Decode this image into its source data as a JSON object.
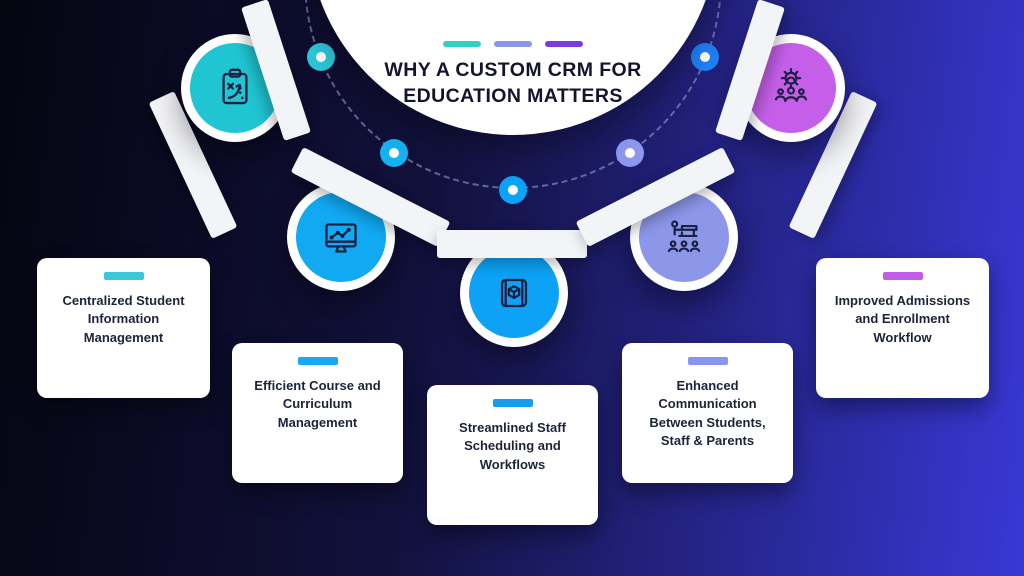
{
  "title": {
    "text": "WHY A CUSTOM CRM FOR EDUCATION MATTERS"
  },
  "legend_dashes": [
    {
      "name": "teal-dash",
      "color": "#2ed3c4"
    },
    {
      "name": "periwinkle-dash",
      "color": "#8b95ea"
    },
    {
      "name": "purple-dash",
      "color": "#7c3be0"
    }
  ],
  "items": [
    {
      "label": "Centralized Student Information Management",
      "accent": "#38c8da",
      "circle_color": "#20c5d2",
      "dot_color": "#2bc8da",
      "icon": "strategy-clipboard-icon"
    },
    {
      "label": "Efficient Course and Curriculum Management",
      "accent": "#18a8f5",
      "circle_color": "#10a9f2",
      "dot_color": "#14b2f2",
      "icon": "monitor-chart-icon"
    },
    {
      "label": "Streamlined Staff Scheduling and Workflows",
      "accent": "#169df2",
      "circle_color": "#0da2f5",
      "dot_color": "#0aa3f7",
      "icon": "blueprint-icon"
    },
    {
      "label": "Enhanced Communication Between Students, Staff & Parents",
      "accent": "#8a94ec",
      "circle_color": "#8d97ea",
      "dot_color": "#8d97ee",
      "icon": "classroom-icon"
    },
    {
      "label": "Improved Admissions and Enrollment Workflow",
      "accent": "#c05ce8",
      "circle_color": "#c55fe9",
      "dot_color": "#1e81f5",
      "icon": "team-gear-icon"
    }
  ],
  "colors": {
    "background_left": "#050510",
    "background_mid": "#12113d",
    "background_right": "#3838d6",
    "card_background": "#ffffff",
    "card_text": "#1d2338",
    "title_text": "#14142e",
    "icon_stroke": "#1c2142",
    "arc_dash": "#9eaada"
  }
}
